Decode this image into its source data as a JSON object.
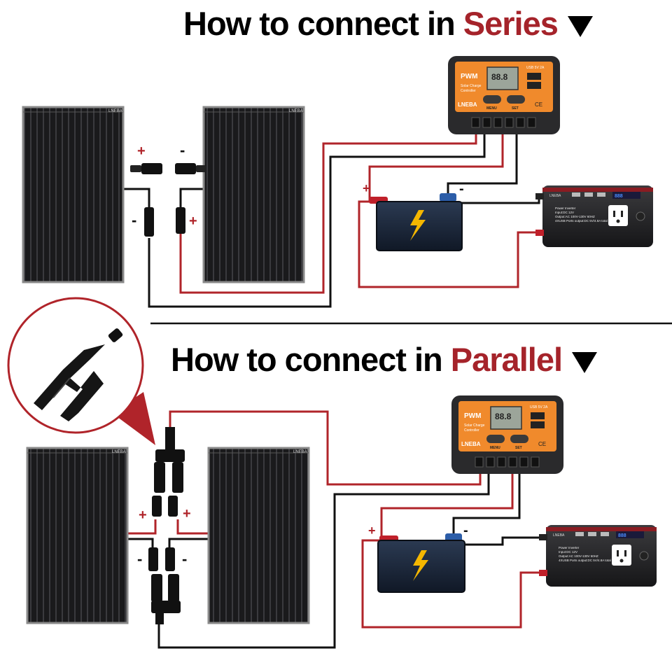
{
  "series": {
    "heading_prefix": "How to connect in ",
    "heading_accent": "Series",
    "connector_labels": {
      "plus_a": "+",
      "minus_a": "-",
      "minus_b": "-",
      "plus_b": "+"
    },
    "battery_labels": {
      "plus": "+",
      "minus": "-"
    }
  },
  "parallel": {
    "heading_prefix": "How to connect in ",
    "heading_accent": "Parallel",
    "connector_labels": {
      "plus_a": "+",
      "plus_b": "+",
      "minus_a": "-",
      "minus_b": "-"
    },
    "battery_labels": {
      "plus": "+",
      "minus": "-"
    }
  },
  "panel": {
    "brand": "LNEBA"
  },
  "controller": {
    "type_label": "PWM",
    "subtitle_line1": "Solar Charge",
    "subtitle_line2": "Controller",
    "usb_label": "USB 5V 2A",
    "display_text": "88.8",
    "menu_label": "MENU",
    "set_label": "SET",
    "brand": "LNEBA",
    "ce_mark": "CE"
  },
  "inverter": {
    "brand": "LNEBA",
    "info_line1": "Power Inverter",
    "info_line2": "Input:DC 12V",
    "info_line3": "Output:AC 100V-130V 60HZ",
    "info_line4": "4XUSB Ports output:DC 5V/4.8A total",
    "display_value": "888"
  },
  "colors": {
    "wire_red": "#b0242a",
    "wire_black": "#111111",
    "accent": "#a5232a",
    "controller_orange": "#f08a2c",
    "battery_lightning": "#f5b700"
  }
}
